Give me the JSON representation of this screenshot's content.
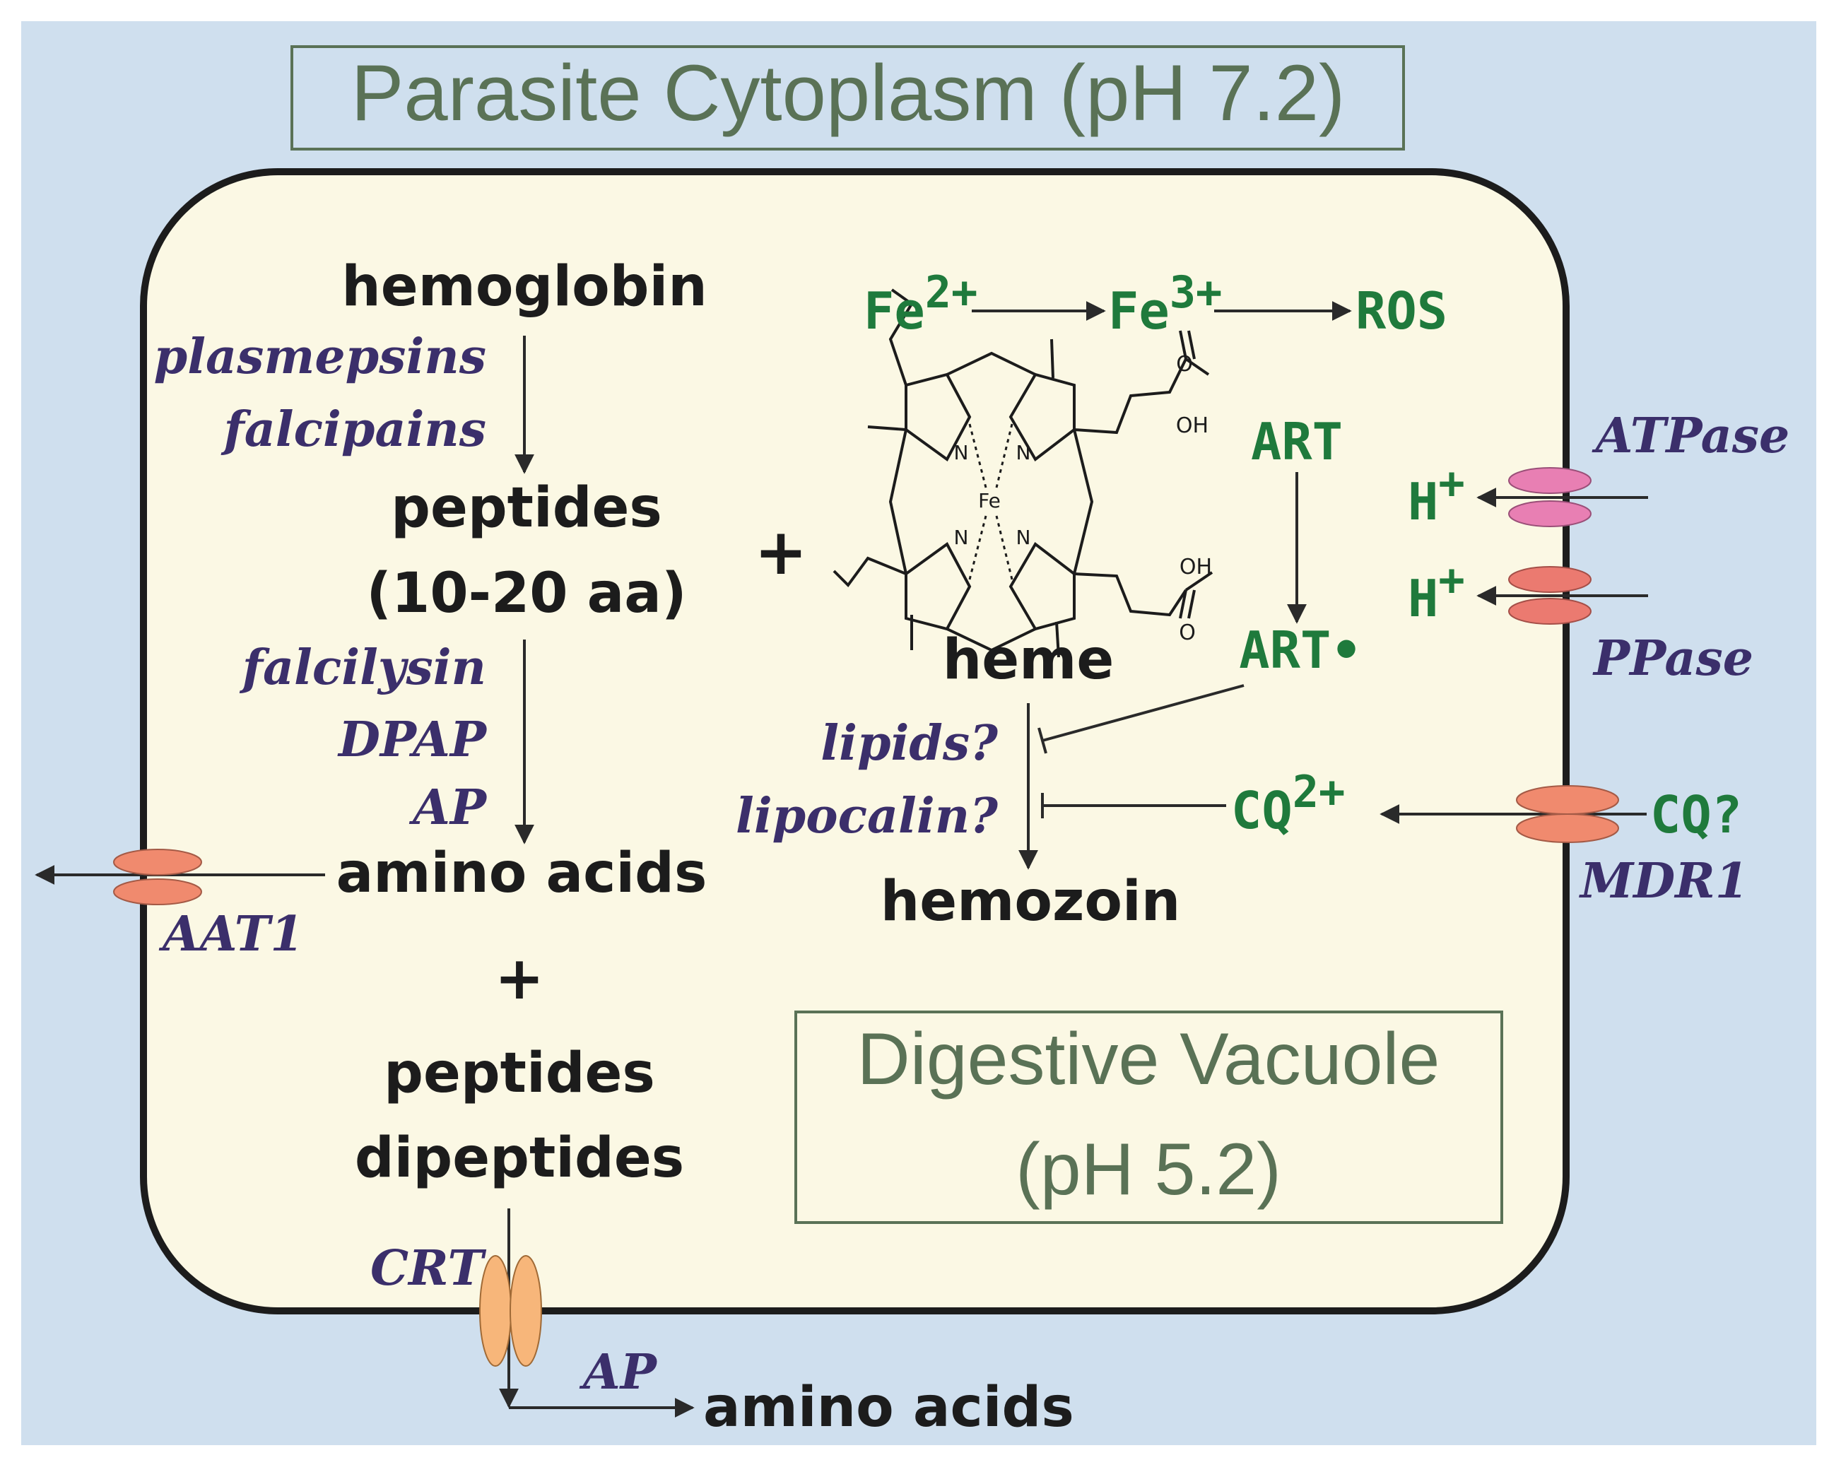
{
  "compartments": {
    "outer": "Parasite Cytoplasm (pH 7.2)",
    "inner_line1": "Digestive Vacuole",
    "inner_line2": "(pH 5.2)"
  },
  "molecules": {
    "hemoglobin": "hemoglobin",
    "peptides_1": "peptides",
    "peptides_size": "(10-20 aa)",
    "amino_acids_inner": "amino acids",
    "plus_left": "+",
    "peptides_2": "peptides",
    "dipeptides": "dipeptides",
    "amino_acids_outer": "amino acids",
    "plus_center": "+",
    "heme": "heme",
    "hemozoin": "hemozoin"
  },
  "enzymes": {
    "plasmepsins": "plasmepsins",
    "falcipains": "falcipains",
    "falcilysin": "falcilysin",
    "dpap": "DPAP",
    "ap_inner": "AP",
    "aat1": "AAT1",
    "crt": "CRT",
    "ap_outer": "AP",
    "lipids": "lipids?",
    "lipocalin": "lipocalin?",
    "atpase": "ATPase",
    "ppase": "PPase",
    "mdr1": "MDR1"
  },
  "species": {
    "fe_base1": "Fe",
    "fe_charge1": "2+",
    "fe_base2": "Fe",
    "fe_charge2": "3+",
    "ros": "ROS",
    "art": "ART",
    "art_radical": "ART•",
    "h1_base": "H",
    "h1_charge": "+",
    "h2_base": "H",
    "h2_charge": "+",
    "cq_base": "CQ",
    "cq_charge": "2+",
    "cq_q": "CQ?"
  },
  "heme_atoms": {
    "n1": "N",
    "n2": "N",
    "n3": "N",
    "n4": "N",
    "fe": "Fe",
    "oh1": "OH",
    "oh2": "OH",
    "o1": "O",
    "o2": "O"
  },
  "colors": {
    "background": "#cfdfee",
    "vacuole_fill": "#fbf8e4",
    "vacuole_border": "#1c1c1c",
    "enzyme_text": "#3b2f6b",
    "chem_green": "#1f7a3c",
    "compartment_text": "#5a7256",
    "atpase_pump": "#e87fb3",
    "ppase_pump": "#eb7a70",
    "transporter_salmon": "#f08a6e",
    "crt_transporter": "#f7b67a"
  }
}
